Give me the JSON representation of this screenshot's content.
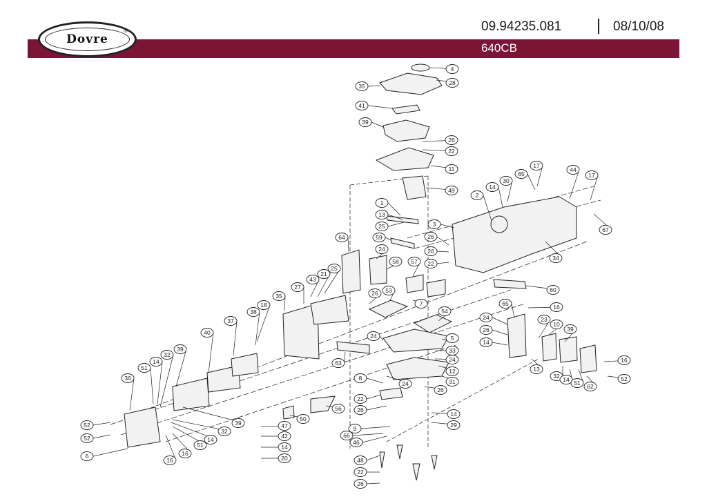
{
  "header": {
    "logo_text": "Dovre",
    "logo_mark": "®",
    "document_number": "09.94235.081",
    "date": "08/10/08",
    "model": "640CB"
  },
  "colors": {
    "banner": "#7a1535",
    "ink": "#222222"
  },
  "diagram": {
    "callouts": [
      "4",
      "28",
      "35",
      "41",
      "39",
      "26",
      "22",
      "11",
      "49",
      "1",
      "13",
      "25",
      "3",
      "2",
      "14",
      "30",
      "65",
      "17",
      "44",
      "17",
      "67",
      "34",
      "59",
      "26",
      "26",
      "22",
      "64",
      "24",
      "58",
      "57",
      "25",
      "21",
      "43",
      "27",
      "35",
      "18",
      "38",
      "37",
      "40",
      "39",
      "26",
      "53",
      "7",
      "54",
      "24",
      "5",
      "33",
      "24",
      "12",
      "8",
      "24",
      "31",
      "26",
      "22",
      "26",
      "63",
      "60",
      "16",
      "65",
      "23",
      "10",
      "39",
      "24",
      "26",
      "14",
      "13",
      "16",
      "52",
      "62",
      "32",
      "14",
      "51",
      "36",
      "51",
      "32",
      "14",
      "52",
      "52",
      "6",
      "16",
      "16",
      "51",
      "14",
      "32",
      "39",
      "47",
      "42",
      "14",
      "20",
      "50",
      "56",
      "9",
      "66",
      "46",
      "14",
      "29",
      "48",
      "22",
      "26"
    ]
  }
}
